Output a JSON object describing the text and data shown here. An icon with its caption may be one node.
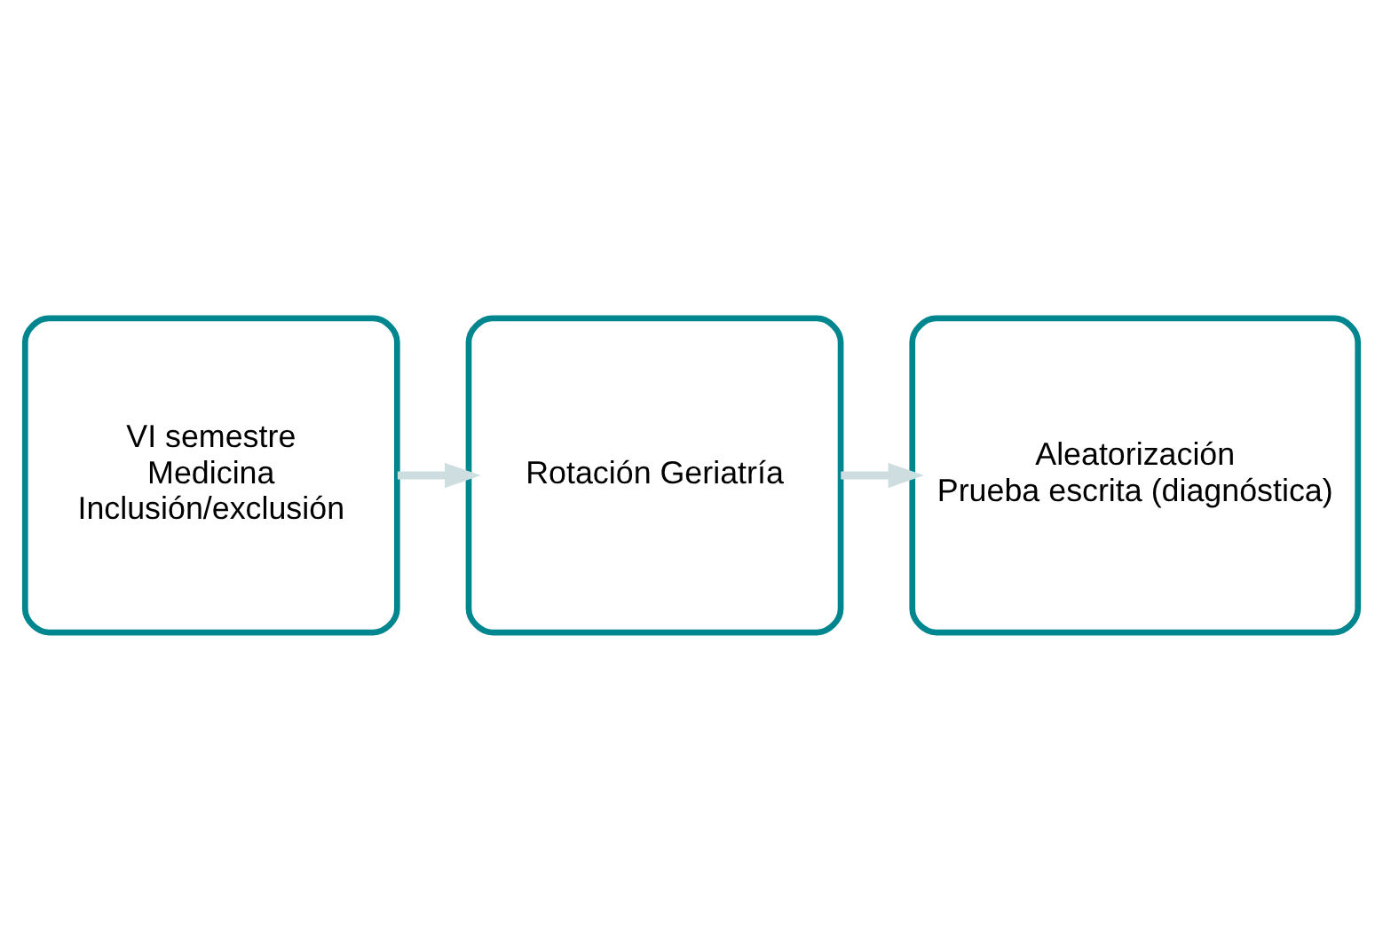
{
  "diagram": {
    "nodes": [
      {
        "text": [
          "VI semestre",
          "Medicina",
          "Inclusión/exclusión"
        ]
      },
      {
        "text": [
          "Rotación Geriatría"
        ]
      },
      {
        "text": [
          "Aleatorización",
          "Prueba escrita (diagnóstica)"
        ]
      }
    ],
    "edges": [
      {
        "from": 0,
        "to": 1,
        "arrow": "to"
      },
      {
        "from": 1,
        "to": 2,
        "arrow": "to"
      }
    ]
  }
}
